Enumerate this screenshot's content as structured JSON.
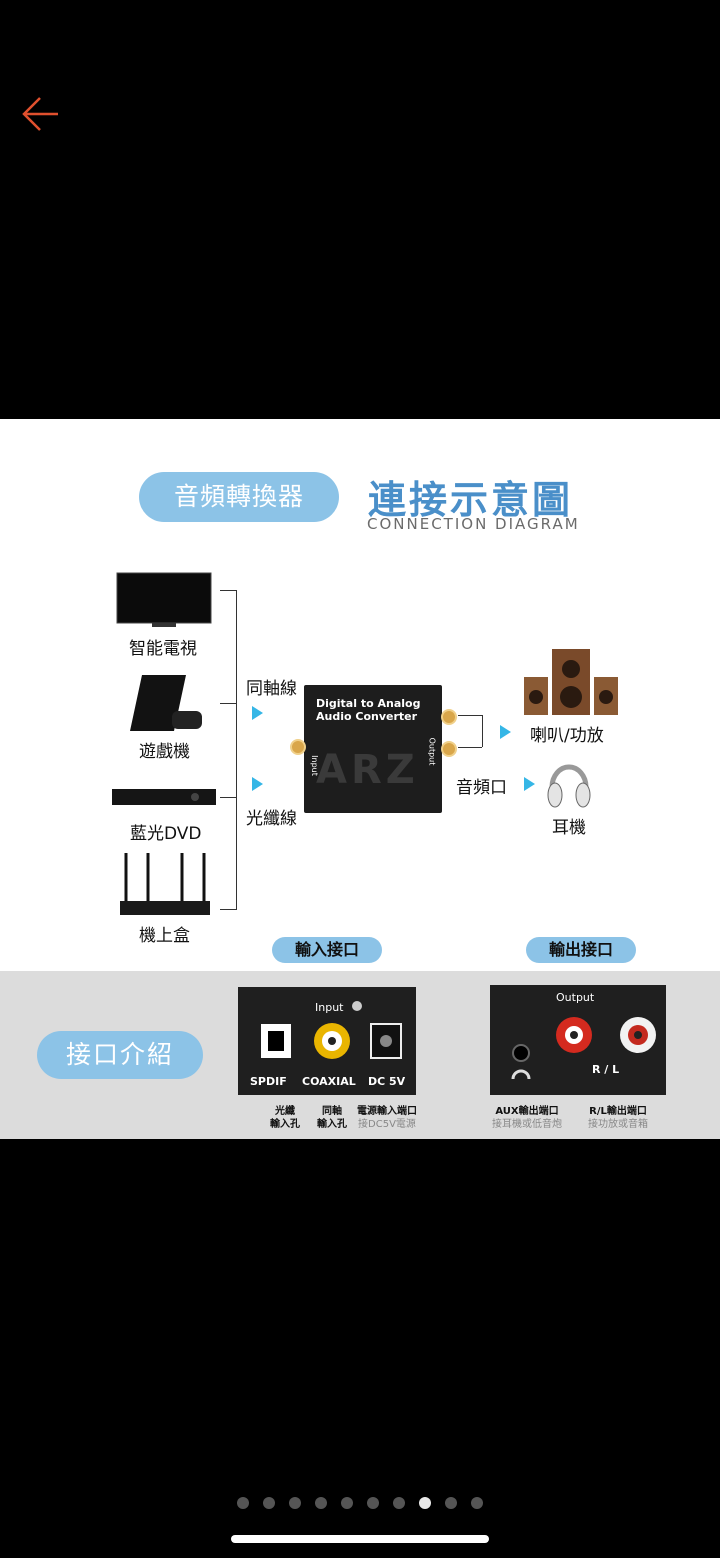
{
  "nav": {
    "back_icon": "arrow-left-icon",
    "accent": "#e0502e"
  },
  "diagram": {
    "pill_title": "音頻轉換器",
    "title_cn": "連接示意圖",
    "title_en": "CONNECTION DIAGRAM",
    "sources": [
      "智能電視",
      "遊戲機",
      "藍光DVD",
      "機上盒"
    ],
    "cable_coaxial": "同軸線",
    "cable_optical": "光纖線",
    "converter_line1": "Digital to Analog",
    "converter_line2": "Audio Converter",
    "converter_input": "Input",
    "converter_output": "Output",
    "watermark": "ARZ",
    "audio_port": "音頻口",
    "outputs": [
      "喇叭/功放",
      "耳機"
    ],
    "tag_input": "輸入接口",
    "tag_output": "輸出接口",
    "pill_ports": "接口介紹",
    "input_panel": {
      "title": "Input",
      "ports": [
        "SPDIF",
        "COAXIAL",
        "DC 5V"
      ],
      "cap1_a": "光纖",
      "cap1_b": "輸入孔",
      "cap2_a": "同軸",
      "cap2_b": "輸入孔",
      "cap3_a": "電源輸入端口",
      "cap3_b": "接DC5V電源"
    },
    "output_panel": {
      "title": "Output",
      "rl": "R / L",
      "cap1_a": "AUX輸出端口",
      "cap1_b": "接耳機或低音炮",
      "cap2_a": "R/L輸出端口",
      "cap2_b": "接功放或音箱"
    }
  },
  "carousel": {
    "count": 10,
    "active_index": 7
  }
}
